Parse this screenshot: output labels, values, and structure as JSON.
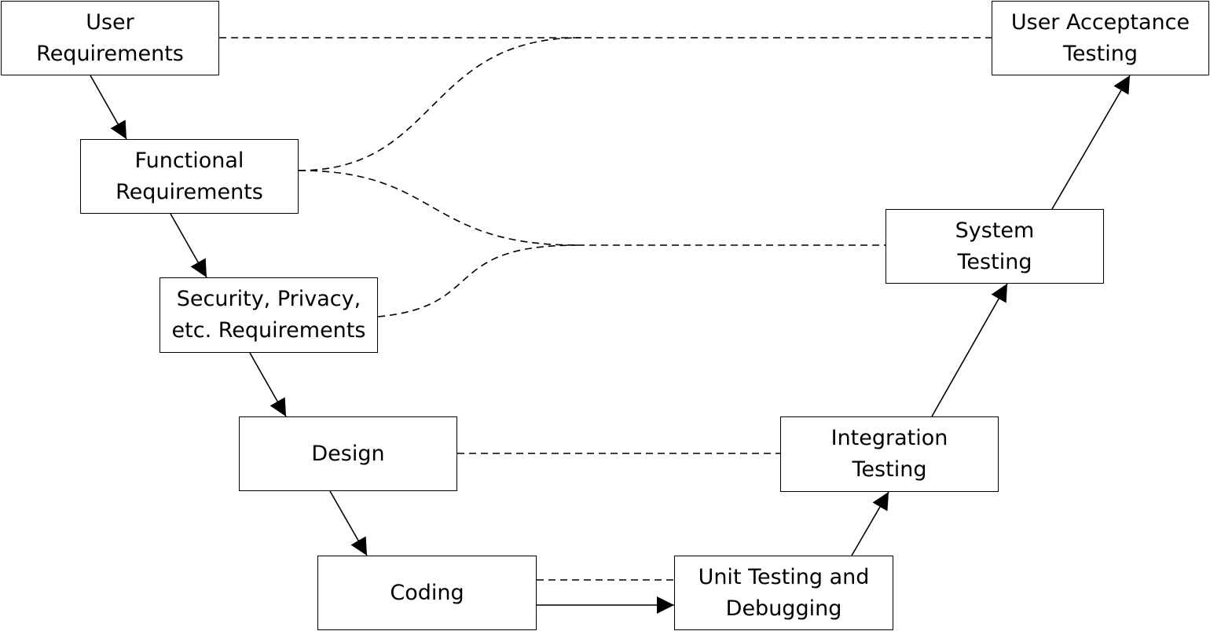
{
  "colors": {
    "stroke": "#000000",
    "background": "#ffffff",
    "text": "#000000"
  },
  "nodes": {
    "user_requirements": {
      "lines": [
        "User",
        "Requirements"
      ]
    },
    "functional_requirements": {
      "lines": [
        "Functional",
        "Requirements"
      ]
    },
    "security_requirements": {
      "lines": [
        "Security, Privacy,",
        "etc. Requirements"
      ]
    },
    "design": {
      "lines": [
        "Design"
      ]
    },
    "coding": {
      "lines": [
        "Coding"
      ]
    },
    "unit_testing": {
      "lines": [
        "Unit Testing and",
        "Debugging"
      ]
    },
    "integration_testing": {
      "lines": [
        "Integration",
        "Testing"
      ]
    },
    "system_testing": {
      "lines": [
        "System",
        "Testing"
      ]
    },
    "user_acceptance_testing": {
      "lines": [
        "User Acceptance",
        "Testing"
      ]
    }
  },
  "edges": [
    {
      "from": "user_requirements",
      "to": "functional_requirements",
      "style": "solid-arrow"
    },
    {
      "from": "functional_requirements",
      "to": "security_requirements",
      "style": "solid-arrow"
    },
    {
      "from": "security_requirements",
      "to": "design",
      "style": "solid-arrow"
    },
    {
      "from": "design",
      "to": "coding",
      "style": "solid-arrow"
    },
    {
      "from": "coding",
      "to": "unit_testing",
      "style": "solid-arrow"
    },
    {
      "from": "unit_testing",
      "to": "integration_testing",
      "style": "solid-arrow"
    },
    {
      "from": "integration_testing",
      "to": "system_testing",
      "style": "solid-arrow"
    },
    {
      "from": "system_testing",
      "to": "user_acceptance_testing",
      "style": "solid-arrow"
    },
    {
      "from": "user_requirements",
      "to": "user_acceptance_testing",
      "style": "dashed"
    },
    {
      "from": "functional_requirements",
      "to": "user_acceptance_testing",
      "style": "dashed"
    },
    {
      "from": "functional_requirements",
      "to": "system_testing",
      "style": "dashed"
    },
    {
      "from": "security_requirements",
      "to": "system_testing",
      "style": "dashed"
    },
    {
      "from": "design",
      "to": "integration_testing",
      "style": "dashed"
    },
    {
      "from": "coding",
      "to": "unit_testing",
      "style": "dashed"
    }
  ]
}
